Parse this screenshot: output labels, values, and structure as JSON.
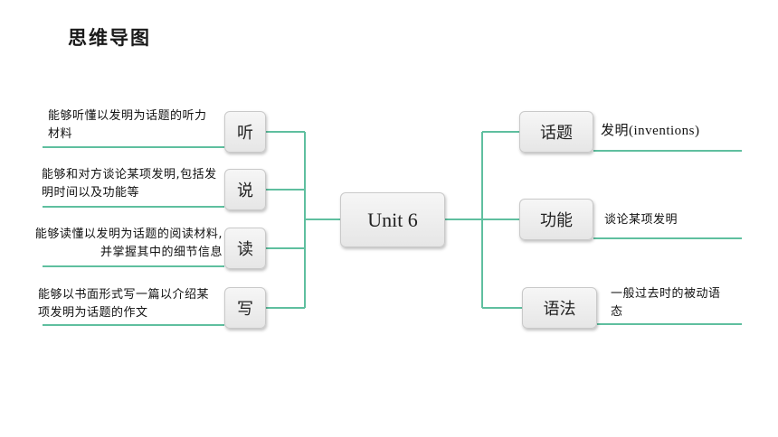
{
  "title": "思维导图",
  "center": "Unit 6",
  "left": [
    {
      "label": "听",
      "text": "能够听懂以发明为话题的听力材料"
    },
    {
      "label": "说",
      "text": "能够和对方谈论某项发明,包括发明时间以及功能等"
    },
    {
      "label": "读",
      "text": "能够读懂以发明为话题的阅读材料,并掌握其中的细节信息"
    },
    {
      "label": "写",
      "text": "能够以书面形式写一篇以介绍某项发明为话题的作文"
    }
  ],
  "right": [
    {
      "label": "话题",
      "text": "发明(inventions)"
    },
    {
      "label": "功能",
      "text": "谈论某项发明"
    },
    {
      "label": "语法",
      "text": "一般过去时的被动语态"
    }
  ],
  "colors": {
    "line": "#5fbf9f"
  }
}
